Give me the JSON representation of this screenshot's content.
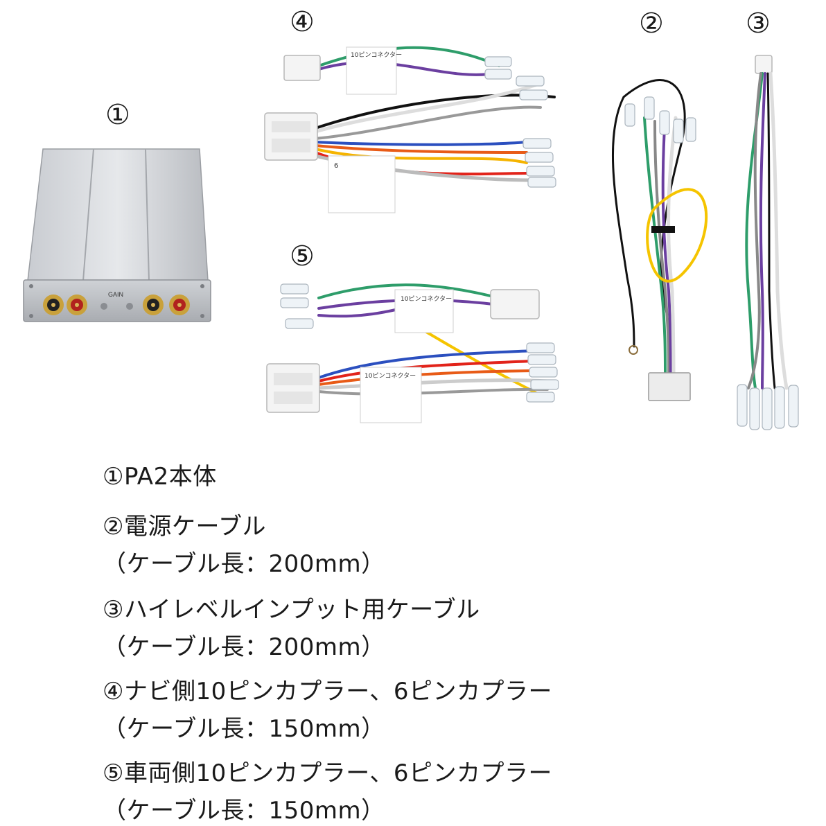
{
  "numbers": [
    "①",
    "②",
    "③",
    "④",
    "⑤"
  ],
  "items": [
    {
      "title": "①PA2本体",
      "sub": ""
    },
    {
      "title": "②電源ケーブル",
      "sub": "（ケーブル長：200mm）"
    },
    {
      "title": "③ハイレベルインプット用ケーブル",
      "sub": "（ケーブル長：200mm）"
    },
    {
      "title": "④ナビ側10ピンカプラー、6ピンカプラー",
      "sub": "（ケーブル長：150mm）"
    },
    {
      "title": "⑤車両側10ピンカプラー、6ピンカプラー",
      "sub": "（ケーブル長：150mm）"
    }
  ],
  "unit_labels": {
    "gain": "GAIN"
  },
  "tags": {
    "tag4_a": "10ピンコネクター",
    "tag4_b": "6",
    "tag5_a": "10ピンコネクター",
    "tag5_b": "10ピンコネクター"
  }
}
